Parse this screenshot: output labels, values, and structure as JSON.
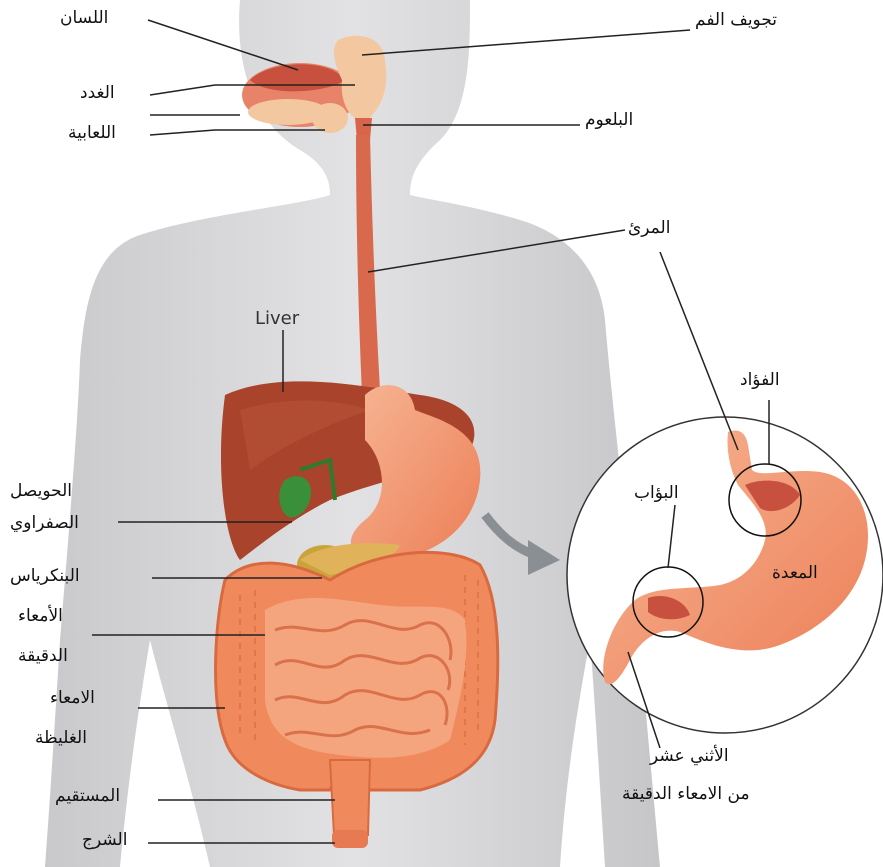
{
  "labels": {
    "tongue": "اللسان",
    "salivary_glands_1": "الغدد",
    "salivary_glands_2": "اللعابية",
    "oral_cavity": "تجويف الفم",
    "pharynx": "البلعوم",
    "esophagus": "المرئ",
    "liver": "Liver",
    "gallbladder_1": "الحويصل",
    "gallbladder_2": "الصفراوي",
    "pancreas": "البنكرياس",
    "small_intestine_1": "الأمعاء",
    "small_intestine_2": "الدقيقة",
    "large_intestine_1": "الامعاء",
    "large_intestine_2": "الغليظة",
    "rectum": "المستقيم",
    "anus": "الشرج",
    "cardia": "الفؤاد",
    "pylorus": "البؤاب",
    "stomach": "المعدة",
    "duodenum_1": "الأثني عشر",
    "duodenum_2": "من الامعاء الدقيقة"
  },
  "colors": {
    "body": "#d9d9db",
    "body_shade": "#bfbfc3",
    "organ_orange": "#f08a5d",
    "organ_light": "#f5b08f",
    "liver": "#a9432c",
    "gland": "#f3c7a0",
    "gall_green": "#3a8f3a",
    "pancreas": "#c9a43a",
    "leader": "#222222",
    "arrow": "#8a8f94"
  },
  "icons": [
    "zoom-arrow-icon"
  ]
}
